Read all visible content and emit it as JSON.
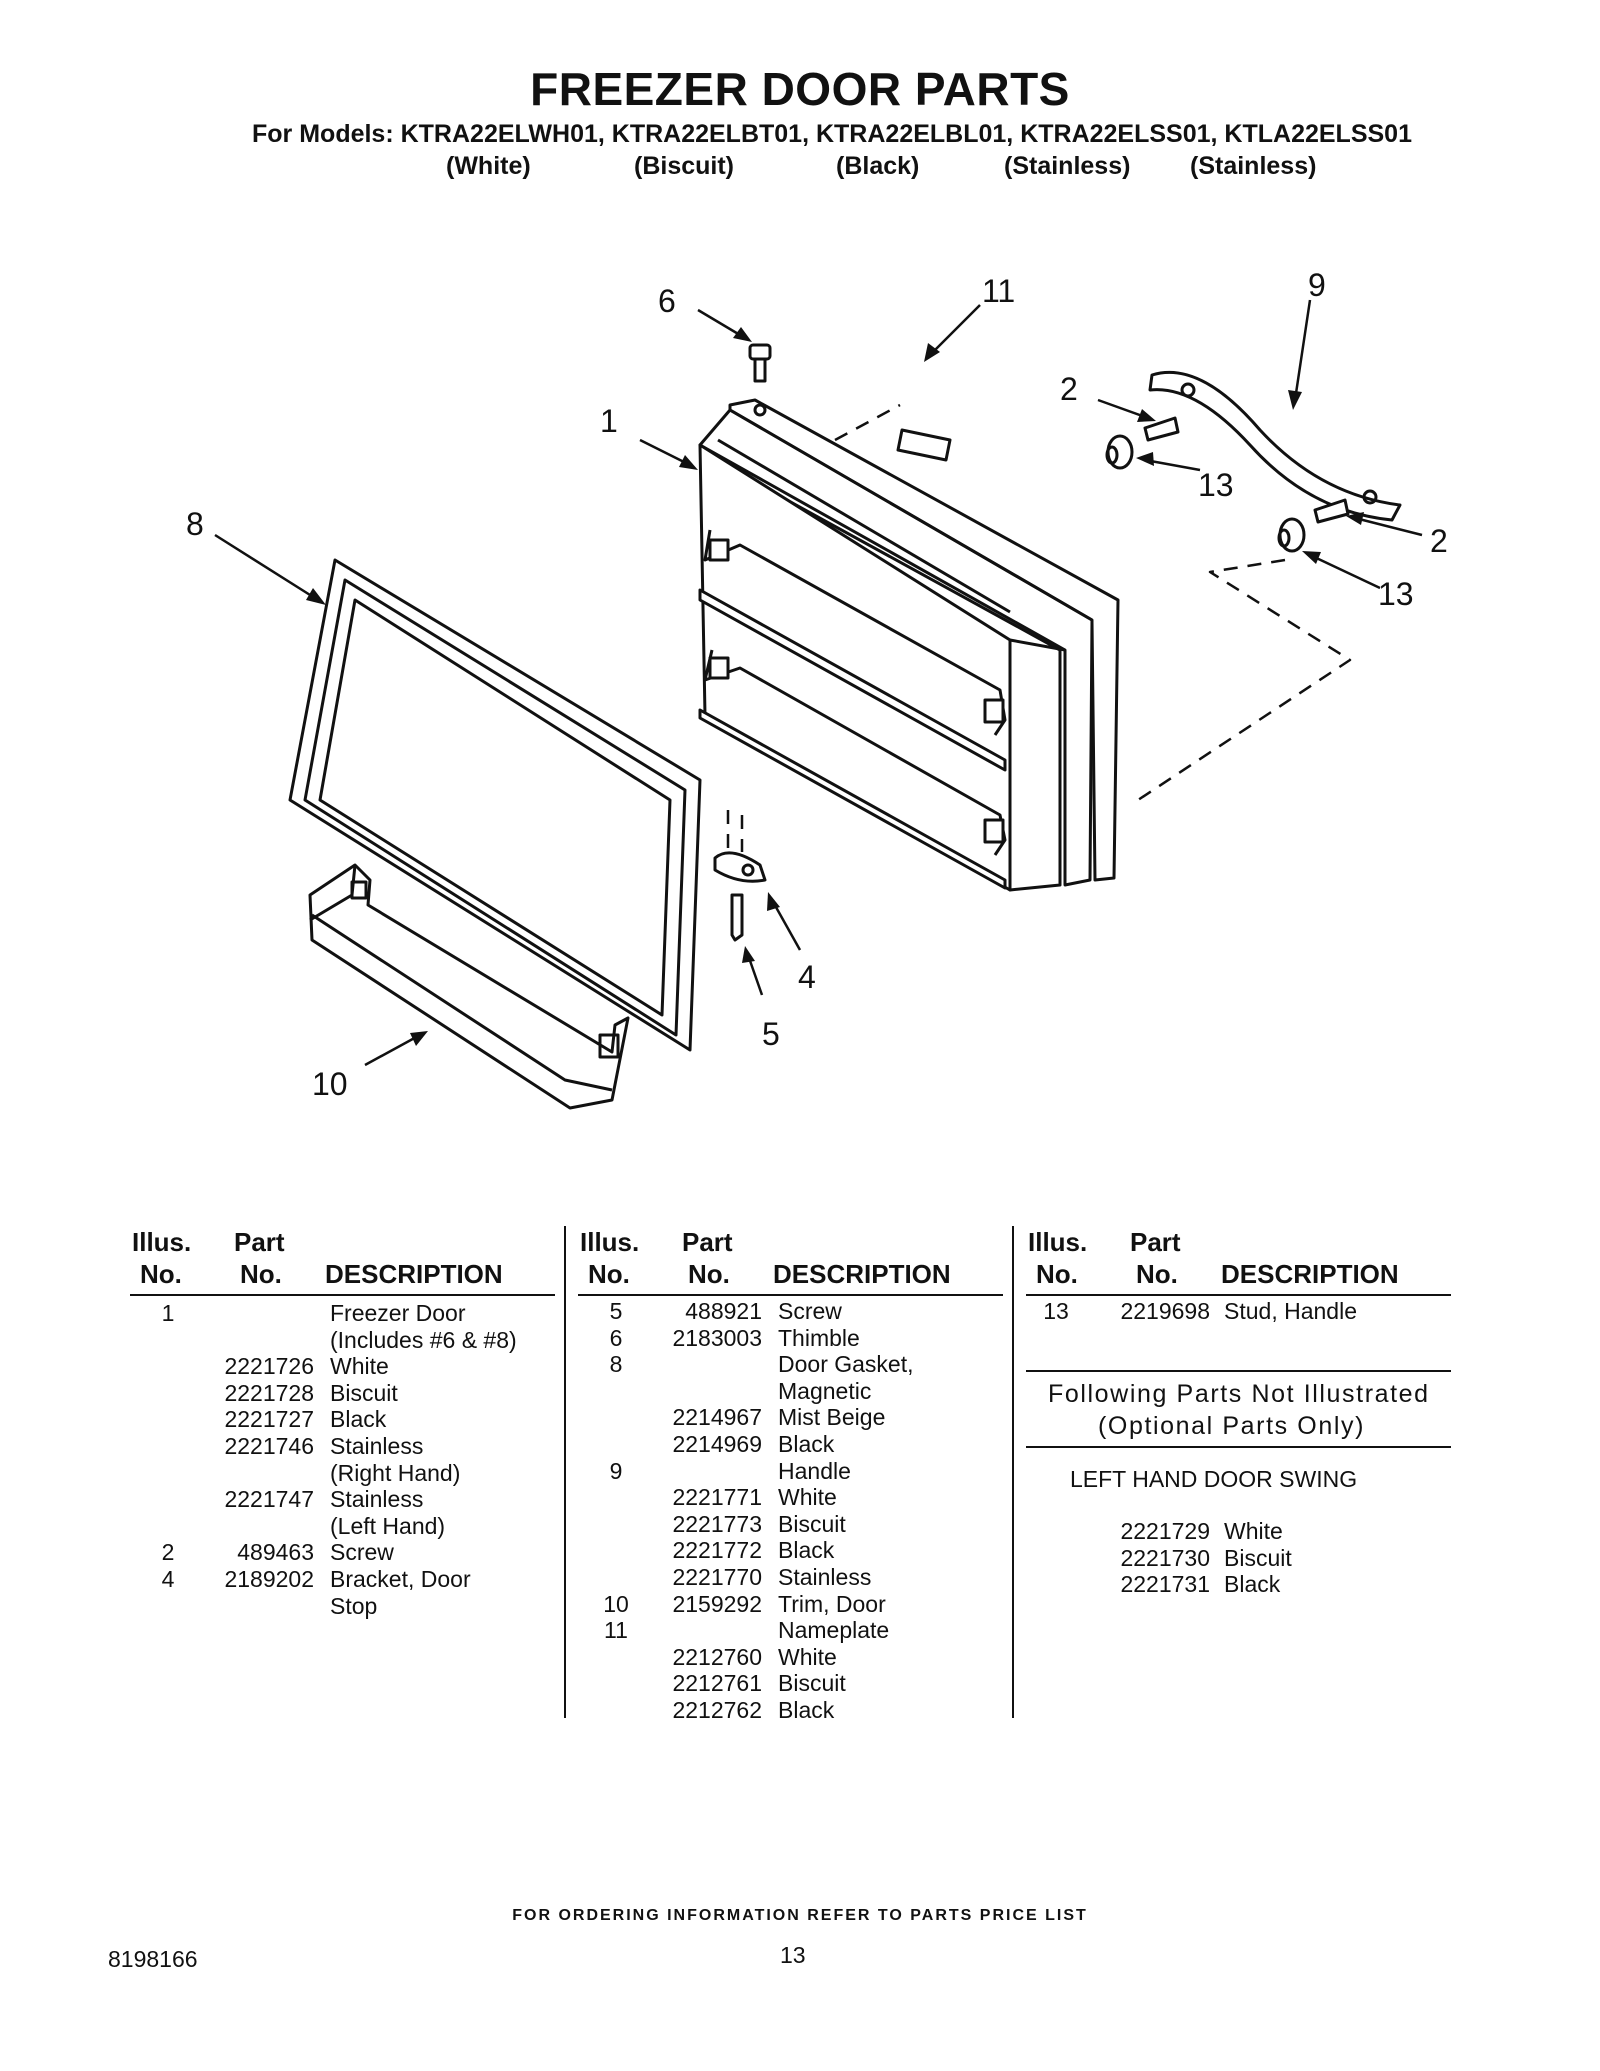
{
  "header": {
    "title": "FREEZER DOOR PARTS",
    "models_line": "For Models: KTRA22ELWH01, KTRA22ELBT01, KTRA22ELBL01, KTRA22ELSS01, KTLA22ELSS01",
    "colors": [
      "(White)",
      "(Biscuit)",
      "(Black)",
      "(Stainless)",
      "(Stainless)"
    ]
  },
  "diagram": {
    "callouts": [
      "6",
      "11",
      "9",
      "2",
      "1",
      "13",
      "8",
      "2",
      "13",
      "4",
      "5",
      "10"
    ]
  },
  "table": {
    "headers": {
      "illus_top": "Illus.",
      "illus_bottom": "No.",
      "part_top": "Part",
      "part_bottom": "No.",
      "description": "DESCRIPTION"
    },
    "columns": [
      [
        {
          "illus": "1",
          "part": "",
          "desc": "Freezer Door"
        },
        {
          "illus": "",
          "part": "",
          "desc": "(Includes #6 & #8)"
        },
        {
          "illus": "",
          "part": "2221726",
          "desc": "White"
        },
        {
          "illus": "",
          "part": "2221728",
          "desc": "Biscuit"
        },
        {
          "illus": "",
          "part": "2221727",
          "desc": "Black"
        },
        {
          "illus": "",
          "part": "2221746",
          "desc": "Stainless"
        },
        {
          "illus": "",
          "part": "",
          "desc": "(Right Hand)"
        },
        {
          "illus": "",
          "part": "2221747",
          "desc": "Stainless"
        },
        {
          "illus": "",
          "part": "",
          "desc": "(Left Hand)"
        },
        {
          "illus": "2",
          "part": "489463",
          "desc": "Screw"
        },
        {
          "illus": "4",
          "part": "2189202",
          "desc": "Bracket, Door"
        },
        {
          "illus": "",
          "part": "",
          "desc": "Stop"
        }
      ],
      [
        {
          "illus": "5",
          "part": "488921",
          "desc": "Screw"
        },
        {
          "illus": "6",
          "part": "2183003",
          "desc": "Thimble"
        },
        {
          "illus": "8",
          "part": "",
          "desc": "Door Gasket,"
        },
        {
          "illus": "",
          "part": "",
          "desc": "Magnetic"
        },
        {
          "illus": "",
          "part": "2214967",
          "desc": "Mist Beige"
        },
        {
          "illus": "",
          "part": "2214969",
          "desc": "Black"
        },
        {
          "illus": "9",
          "part": "",
          "desc": "Handle"
        },
        {
          "illus": "",
          "part": "2221771",
          "desc": "White"
        },
        {
          "illus": "",
          "part": "2221773",
          "desc": "Biscuit"
        },
        {
          "illus": "",
          "part": "2221772",
          "desc": "Black"
        },
        {
          "illus": "",
          "part": "2221770",
          "desc": "Stainless"
        },
        {
          "illus": "10",
          "part": "2159292",
          "desc": "Trim, Door"
        },
        {
          "illus": "11",
          "part": "",
          "desc": "Nameplate"
        },
        {
          "illus": "",
          "part": "2212760",
          "desc": "White"
        },
        {
          "illus": "",
          "part": "2212761",
          "desc": "Biscuit"
        },
        {
          "illus": "",
          "part": "2212762",
          "desc": "Black"
        }
      ],
      [
        {
          "illus": "13",
          "part": "2219698",
          "desc": "Stud, Handle"
        }
      ]
    ]
  },
  "not_illustrated": {
    "line1": "Following Parts Not Illustrated",
    "line2": "(Optional Parts Only)",
    "group_title": "LEFT HAND DOOR SWING",
    "rows": [
      {
        "part": "2221729",
        "desc": "White"
      },
      {
        "part": "2221730",
        "desc": "Biscuit"
      },
      {
        "part": "2221731",
        "desc": "Black"
      }
    ]
  },
  "footer": {
    "ordering_note": "FOR ORDERING INFORMATION REFER TO PARTS PRICE LIST",
    "doc_number": "8198166",
    "page_number": "13"
  }
}
